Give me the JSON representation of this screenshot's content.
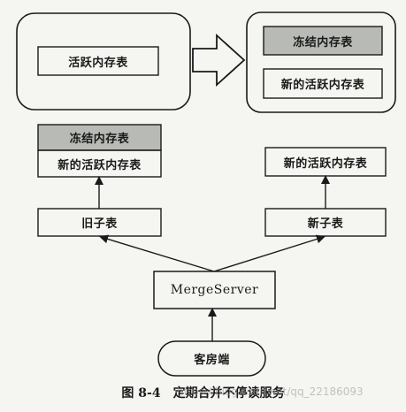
{
  "diagram": {
    "top_left": {
      "active_table": "活跃内存表"
    },
    "top_right": {
      "frozen_table": "冻结内存表",
      "new_active_table": "新的活跃内存表"
    },
    "left_stack": {
      "frozen_table": "冻结内存表",
      "new_active_table": "新的活跃内存表"
    },
    "right_stack": {
      "new_active_table": "新的活跃内存表"
    },
    "old_subtable": "旧子表",
    "new_subtable": "新子表",
    "merge_server": "MergeServer",
    "client": "客房端"
  },
  "caption": {
    "number": "图 8-4",
    "title": "定期合并不停读服务"
  },
  "watermark": "https://blog.csdn.net/qq_22186093",
  "colors": {
    "shaded_box": "#b8bab5",
    "stroke": "#1a1a1a",
    "background": "#f5f6f2"
  }
}
